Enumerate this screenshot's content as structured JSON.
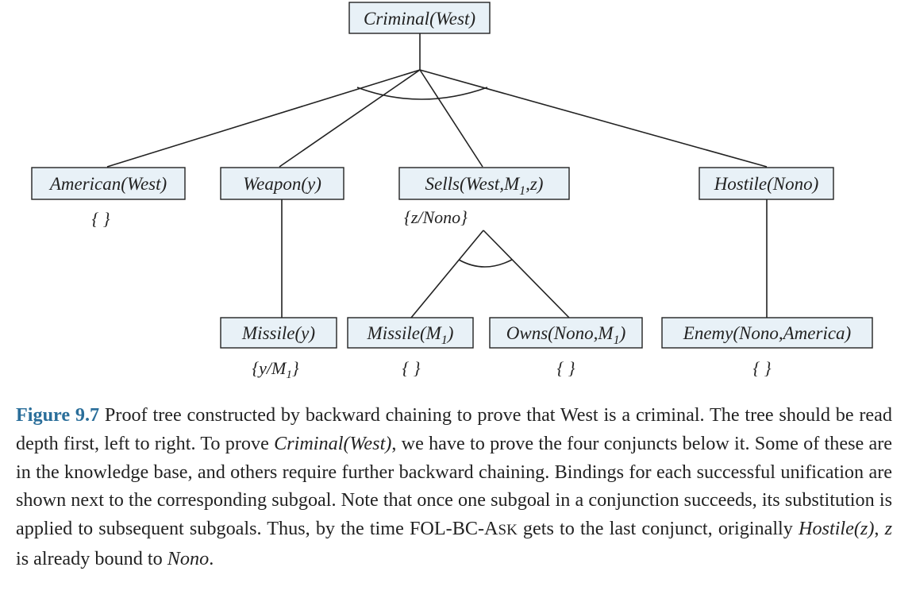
{
  "diagram": {
    "nodes": {
      "root": "Criminal(West)",
      "american": "American(West)",
      "weapon": "Weapon(y)",
      "sells_pre": "Sells(West,M",
      "sells_sub": "1",
      "sells_post": ",z)",
      "hostile": "Hostile(Nono)",
      "missile_y": "Missile(y)",
      "missile_m1_pre": "Missile(M",
      "missile_m1_sub": "1",
      "missile_m1_post": ")",
      "owns_pre": "Owns(Nono,M",
      "owns_sub": "1",
      "owns_post": ")",
      "enemy": "Enemy(Nono,America)"
    },
    "bindings": {
      "american": "{ }",
      "sells": "{z/Nono}",
      "missile_y_pre": "{y/M",
      "missile_y_sub": "1",
      "missile_y_post": "}",
      "missile_m1": "{ }",
      "owns": "{ }",
      "enemy": "{ }"
    }
  },
  "caption": {
    "label": "Figure 9.7",
    "text_1": " Proof tree constructed by backward chaining to prove that West is a criminal. The tree should be read depth first, left to right. To prove ",
    "criminal_west": "Criminal(West)",
    "text_2": ", we have to prove the four conjuncts below it. Some of these are in the knowledge base, and others require further backward chaining. Bindings for each successful unification are shown next to the corresponding subgoal. Note that once one subgoal in a conjunction succeeds, its substitution is applied to subsequent subgoals. Thus, by the time ",
    "algo_fol_bc": "FOL-BC-A",
    "algo_sk": "SK",
    "text_3": " gets to the last conjunct, originally ",
    "hostile_z": "Hostile(z)",
    "text_4": ", ",
    "z_var": "z",
    "text_5": " is already bound to ",
    "nono": "Nono",
    "text_6": "."
  }
}
